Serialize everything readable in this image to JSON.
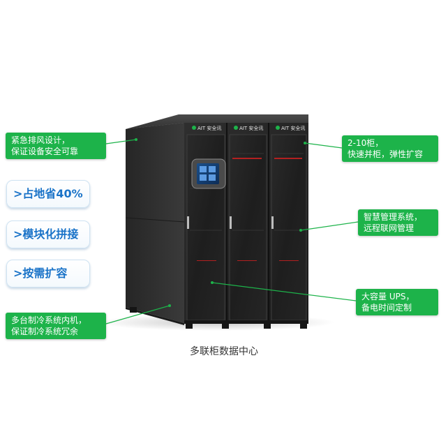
{
  "colors": {
    "green": "#1db34a",
    "pill_text": "#1a73c8",
    "cabinet": "#2b2b2b"
  },
  "cabinet": {
    "brand_badges": [
      "AIT 安全讯",
      "AIT 安全讯",
      "AIT 安全讯"
    ]
  },
  "callouts": {
    "emergency_exhaust": [
      "紧急排风设计，",
      "保证设备安全可靠"
    ],
    "multi_cooling": [
      "多台制冷系统内机，",
      "保证制冷系统冗余"
    ],
    "cabinet_count": [
      "2-10柜，",
      "快速并柜，弹性扩容"
    ],
    "smart_management": [
      "智慧管理系统，",
      "远程联网管理"
    ],
    "ups": [
      "大容量 UPS，",
      "备电时间定制"
    ]
  },
  "features": [
    {
      "label": ">占地省40%",
      "icon": "chevron-right-icon"
    },
    {
      "label": ">模块化拼接",
      "icon": "chevron-right-icon"
    },
    {
      "label": ">按需扩容",
      "icon": "chevron-right-icon"
    }
  ],
  "caption": "多联柜数据中心"
}
